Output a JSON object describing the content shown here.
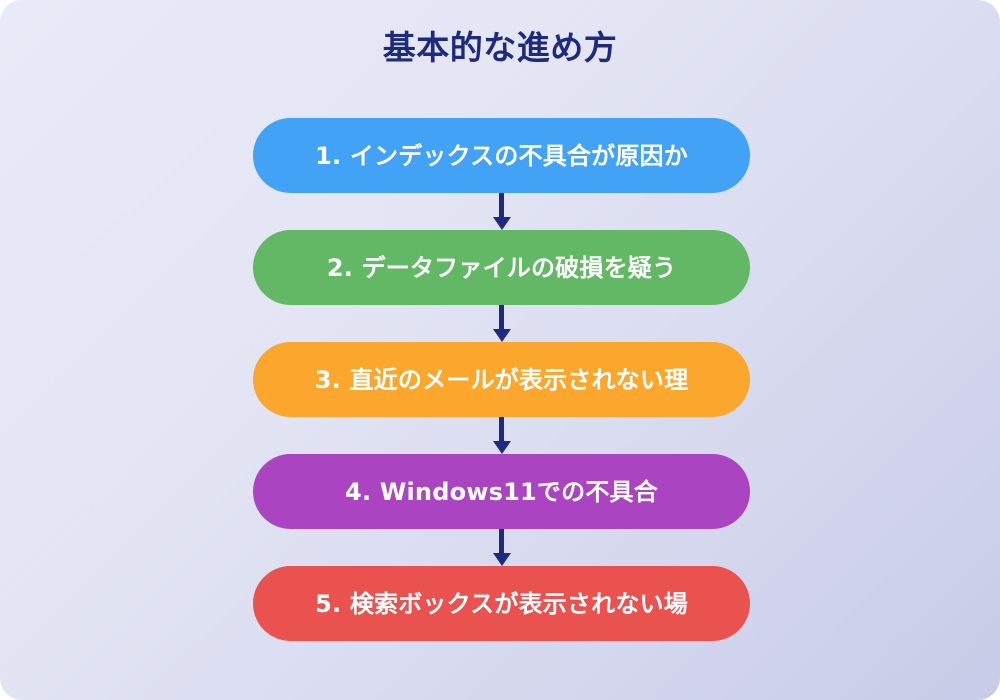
{
  "page": {
    "title": "基本的な進め方",
    "background_gradient_start": "#e9eaf7",
    "background_gradient_end": "#c7cbe7",
    "title_color": "#1e2a7e",
    "connector_color": "#1e2a7e",
    "node_text_color": "#ffffff"
  },
  "chart_data": {
    "type": "diagram",
    "title": "基本的な進め方",
    "layout": "vertical-flowchart",
    "connector": "down-arrow",
    "steps": [
      {
        "number": "1",
        "label": "1. インデックスの不具合が原因か",
        "color": "#42a2f5"
      },
      {
        "number": "2",
        "label": "2. データファイルの破損を疑う",
        "color": "#63b866"
      },
      {
        "number": "3",
        "label": "3. 直近のメールが表示されない理",
        "color": "#fba72e"
      },
      {
        "number": "4",
        "label": "4. Windows11での不具合",
        "color": "#ab44c0"
      },
      {
        "number": "5",
        "label": "5. 検索ボックスが表示されない場",
        "color": "#ea524f"
      }
    ]
  }
}
